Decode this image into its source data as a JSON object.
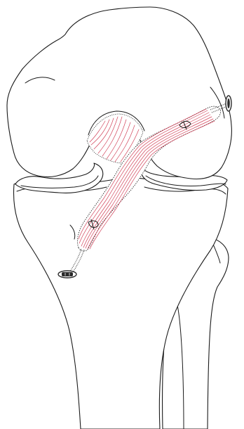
{
  "colors": {
    "background": "#ffffff",
    "bone_outline": "#1a1a1a",
    "ligament_fibers": "#d2455c",
    "suture": "#555555",
    "fixation_button": "#2a2a2a"
  },
  "figure": {
    "elements": [
      "femur",
      "femoral-condyles",
      "menisci",
      "tibia",
      "fibula",
      "native-ligament-fibers",
      "reconstruction-graft",
      "femoral-fixation-button",
      "tibial-fixation-button"
    ]
  }
}
